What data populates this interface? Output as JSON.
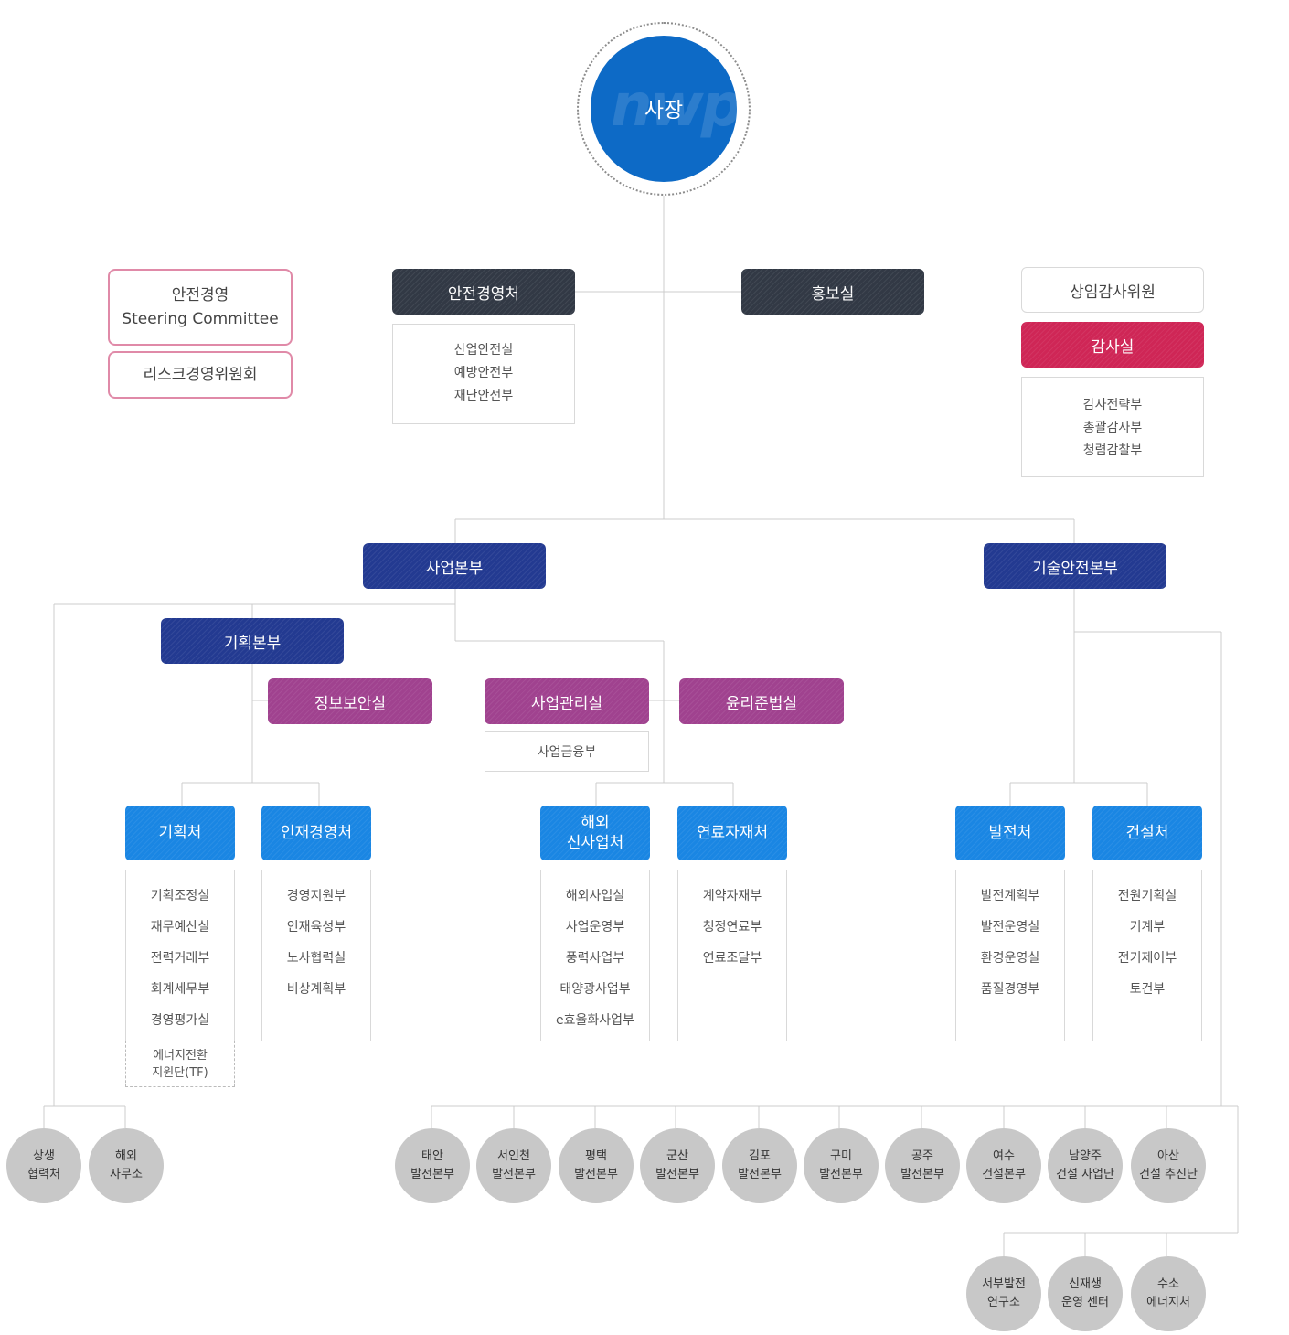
{
  "ceo": {
    "label": "사장",
    "logo": "nwp"
  },
  "committees": {
    "safety": "안전경영\nSteering Committee",
    "risk": "리스크경영위원회"
  },
  "safety_office": {
    "label": "안전경영처",
    "items": [
      "산업안전실",
      "예방안전부",
      "재난안전부"
    ]
  },
  "pr_office": {
    "label": "홍보실"
  },
  "auditor": {
    "label": "상임감사위원"
  },
  "audit_office": {
    "label": "감사실",
    "items": [
      "감사전략부",
      "총괄감사부",
      "청렴감찰부"
    ]
  },
  "business_hq": {
    "label": "사업본부"
  },
  "tech_hq": {
    "label": "기술안전본부"
  },
  "planning_hq": {
    "label": "기획본부"
  },
  "info_security": {
    "label": "정보보안실"
  },
  "biz_mgmt": {
    "label": "사업관리실",
    "items": [
      "사업금융부"
    ]
  },
  "ethics": {
    "label": "윤리준법실"
  },
  "planning_dept": {
    "label": "기획처",
    "items": [
      "기획조정실",
      "재무예산실",
      "전력거래부",
      "회계세무부",
      "경영평가실"
    ],
    "tf": "에너지전환\n지원단(TF)"
  },
  "hr_dept": {
    "label": "인재경영처",
    "items": [
      "경영지원부",
      "인재육성부",
      "노사협력실",
      "비상계획부"
    ]
  },
  "overseas_dept": {
    "label": "해외\n신사업처",
    "items": [
      "해외사업실",
      "사업운영부",
      "풍력사업부",
      "태양광사업부",
      "e효율화사업부"
    ]
  },
  "fuel_dept": {
    "label": "연료자재처",
    "items": [
      "계약자재부",
      "청정연료부",
      "연료조달부"
    ]
  },
  "power_dept": {
    "label": "발전처",
    "items": [
      "발전계획부",
      "발전운영실",
      "환경운영실",
      "품질경영부"
    ]
  },
  "construction_dept": {
    "label": "건설처",
    "items": [
      "전원기획실",
      "기계부",
      "전기제어부",
      "토건부"
    ]
  },
  "left_units": [
    "상생\n협력처",
    "해외\n사무소"
  ],
  "plants": [
    "태안\n발전본부",
    "서인천\n발전본부",
    "평택\n발전본부",
    "군산\n발전본부",
    "김포\n발전본부",
    "구미\n발전본부",
    "공주\n발전본부",
    "여수\n건설본부",
    "남양주\n건설 사업단",
    "아산\n건설 추진단"
  ],
  "bottom_units": [
    "서부발전\n연구소",
    "신재생\n운영 센터",
    "수소\n에너지처"
  ],
  "colors": {
    "dark": "#323945",
    "navy": "#233a91",
    "purple": "#a0428f",
    "blue": "#1a86e3",
    "crimson": "#cf2656",
    "ceo": "#0d6ac6",
    "circle": "#c8c8c8",
    "line": "#cccccc"
  }
}
